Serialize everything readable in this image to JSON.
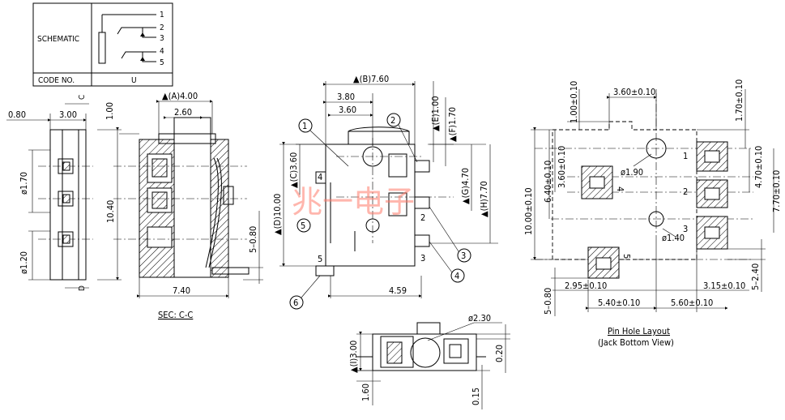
{
  "schematic": {
    "label": "SCHEMATIC",
    "code_label": "CODE NO.",
    "code_value": "U",
    "pins": [
      "1",
      "2",
      "3",
      "4",
      "5"
    ]
  },
  "watermark": "兆一电子",
  "side_view": {
    "dims": [
      "0.80",
      "3.00",
      "ø1.70",
      "10.40",
      "ø1.20"
    ],
    "corner_marks": [
      "C",
      "D"
    ]
  },
  "section_view": {
    "dims": [
      "▲(A)4.00",
      "2.60",
      "1.00",
      "5–0.80",
      "7.40"
    ],
    "caption": "SEC: C-C"
  },
  "top_view": {
    "dims": [
      "▲(B)7.60",
      "3.80",
      "3.60",
      "▲(E)1.00",
      "▲(F)1.70",
      "▲(C)3.60",
      "▲(G)4.70",
      "▲(H)7.70",
      "▲(D)10.00",
      "4.59"
    ],
    "pin_labels": [
      "4",
      "2",
      "3",
      "5"
    ],
    "balloons": [
      "1",
      "2",
      "3",
      "4",
      "5",
      "6"
    ]
  },
  "bottom_view": {
    "dims": [
      "ø2.30",
      "▲(I)3.00",
      "0.20",
      "1.60",
      "0.15"
    ]
  },
  "pin_hole_layout": {
    "dims": [
      "3.60±0.10",
      "1.00±0.10",
      "1.70±0.10",
      "3.60±0.10",
      "6.40±0.10",
      "ø1.90",
      "4.70±0.10",
      "7.70±0.10",
      "10.00±0.10",
      "ø1.40",
      "5–2.40",
      "2.95±0.10",
      "3.15±0.10",
      "5–0.80",
      "5.40±0.10",
      "5.60±0.10"
    ],
    "pin_labels": [
      "1",
      "2",
      "3",
      "4",
      "5"
    ],
    "title": "Pin Hole Layout",
    "subtitle": "(Jack Bottom View)"
  }
}
